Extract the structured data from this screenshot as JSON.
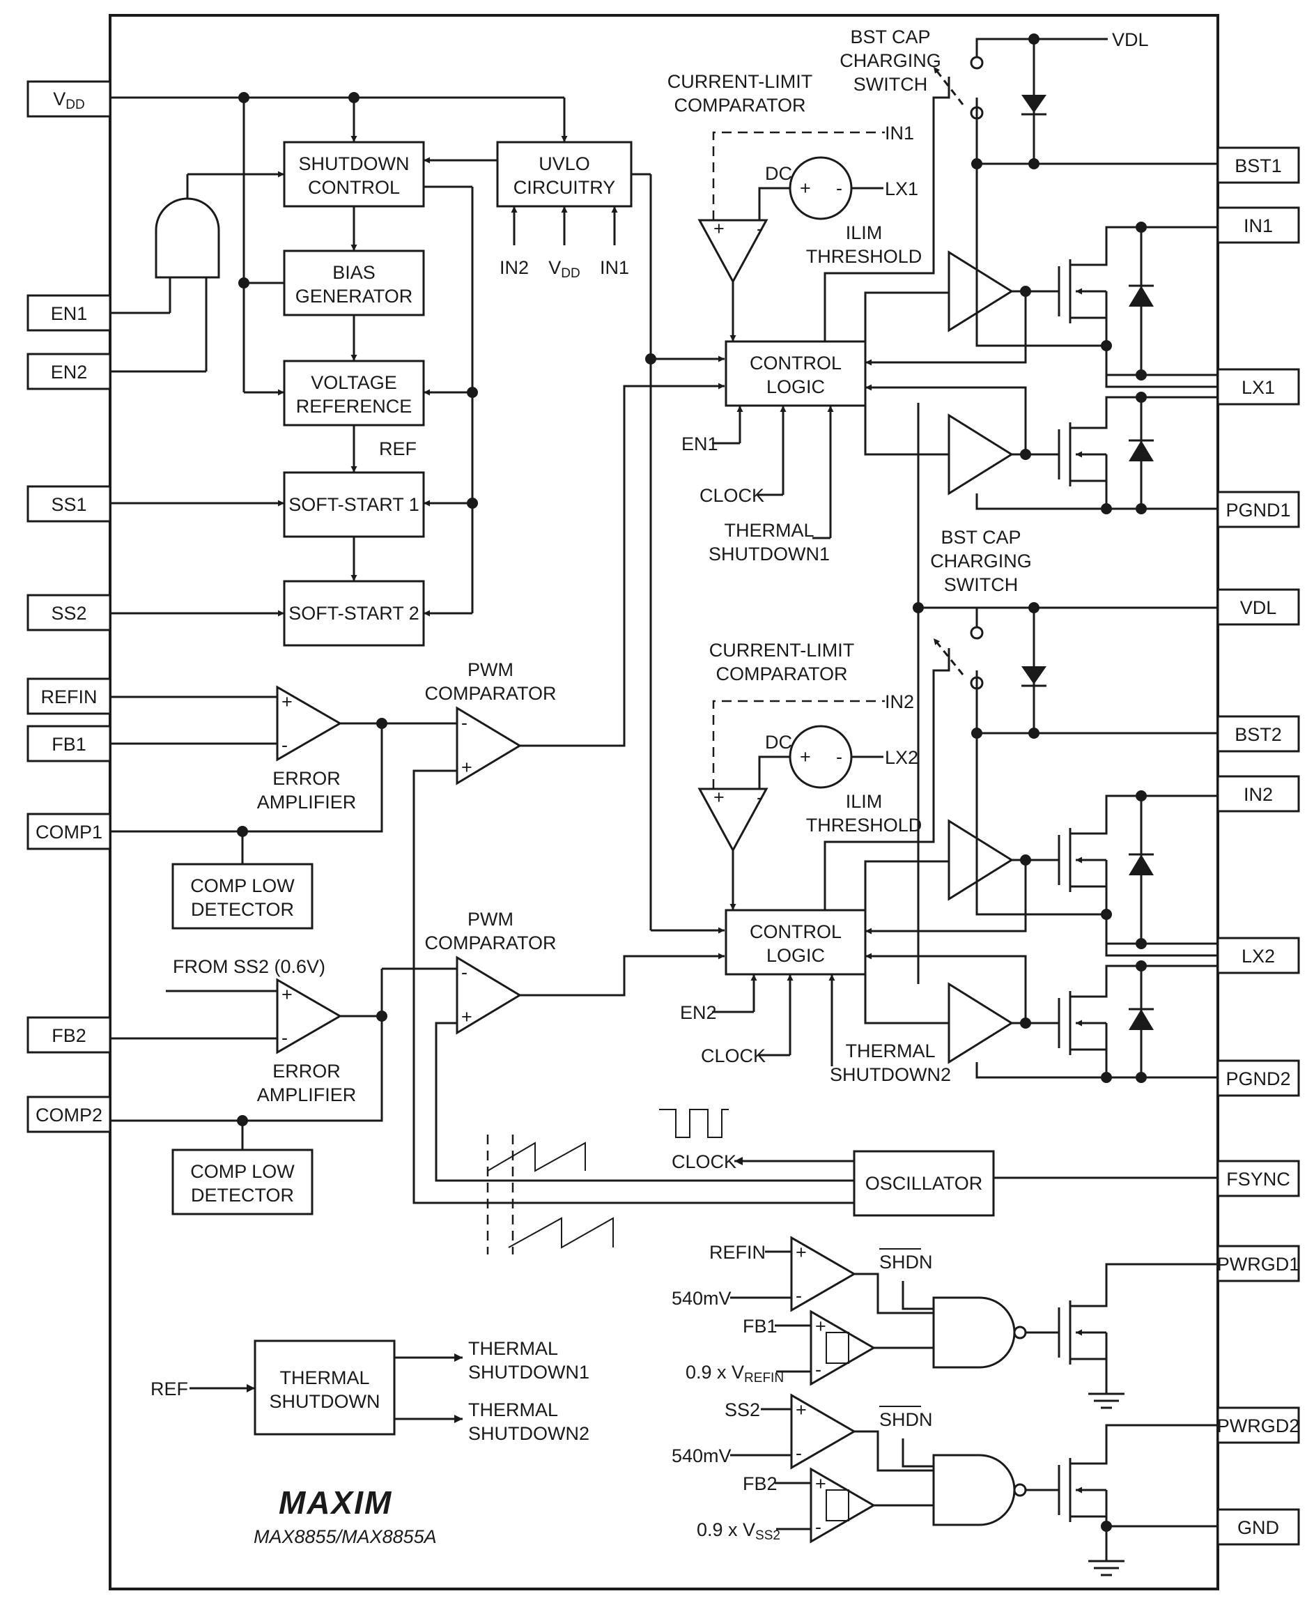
{
  "pins_left": {
    "vdd": "VDD",
    "en1": "EN1",
    "en2": "EN2",
    "ss1": "SS1",
    "ss2": "SS2",
    "refin": "REFIN",
    "fb1": "FB1",
    "comp1": "COMP1",
    "fb2": "FB2",
    "comp2": "COMP2"
  },
  "pins_right": {
    "bst1": "BST1",
    "in1": "IN1",
    "lx1": "LX1",
    "pgnd1": "PGND1",
    "vdl": "VDL",
    "bst2": "BST2",
    "in2": "IN2",
    "lx2": "LX2",
    "pgnd2": "PGND2",
    "fsync": "FSYNC",
    "pwrgd1": "PWRGD1",
    "pwrgd2": "PWRGD2",
    "gnd": "GND"
  },
  "blocks": {
    "shutdown_control": [
      "SHUTDOWN",
      "CONTROL"
    ],
    "uvlo": [
      "UVLO",
      "CIRCUITRY"
    ],
    "bias": [
      "BIAS",
      "GENERATOR"
    ],
    "vref": [
      "VOLTAGE",
      "REFERENCE"
    ],
    "ss1": "SOFT-START 1",
    "ss2": "SOFT-START 2",
    "control_logic": [
      "CONTROL",
      "LOGIC"
    ],
    "comp_low": [
      "COMP LOW",
      "DETECTOR"
    ],
    "oscillator": "OSCILLATOR",
    "thermal": [
      "THERMAL",
      "SHUTDOWN"
    ]
  },
  "labels": {
    "ref": "REF",
    "in2": "IN2",
    "vdd_sub": "VDD",
    "in1": "IN1",
    "vdl_top": "VDL",
    "bst_cap": [
      "BST CAP",
      "CHARGING",
      "SWITCH"
    ],
    "current_limit": [
      "CURRENT-LIMIT",
      "COMPARATOR"
    ],
    "dc": "DC",
    "ilim": [
      "ILIM",
      "THRESHOLD"
    ],
    "en1_in": "EN1",
    "en2_in": "EN2",
    "clock": "CLOCK",
    "thermal1": [
      "THERMAL",
      "SHUTDOWN1"
    ],
    "thermal2": [
      "THERMAL",
      "SHUTDOWN2"
    ],
    "pwm": [
      "PWM",
      "COMPARATOR"
    ],
    "error_amp": [
      "ERROR",
      "AMPLIFIER"
    ],
    "from_ss2": "FROM SS2 (0.6V)",
    "refin": "REFIN",
    "mv540": "540mV",
    "fb1": "FB1",
    "v09_refin": "0.9 x VREFIN",
    "ss2": "SS2",
    "fb2": "FB2",
    "v09_ss2": "0.9 x VSS2",
    "shdn": "SHDN",
    "ref_in": "REF",
    "plus": "+",
    "minus": "-"
  },
  "branding": {
    "logo": "MAXIM",
    "part": "MAX8855/MAX8855A"
  }
}
